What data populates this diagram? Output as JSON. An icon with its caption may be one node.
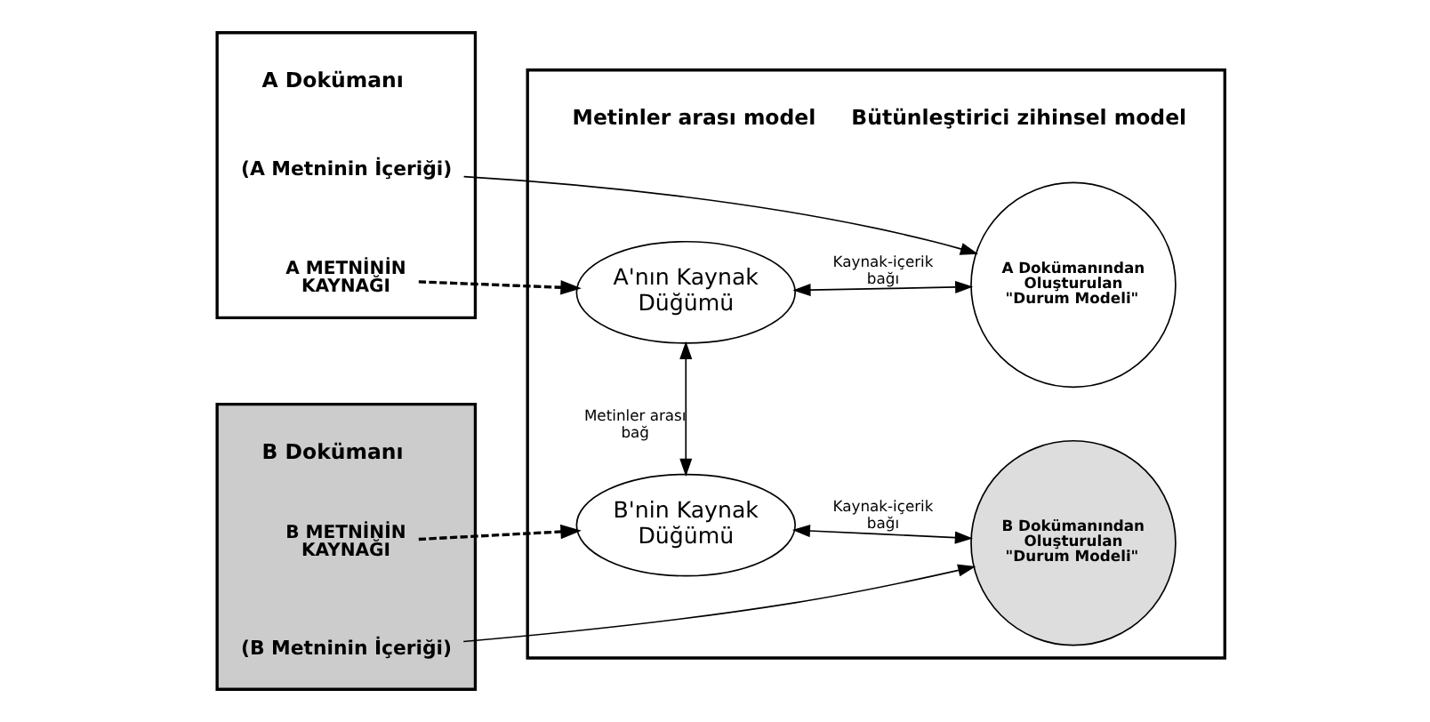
{
  "diagram": {
    "nodes": [
      {
        "text": [
          "A Dokümanı"
        ]
      },
      {
        "text": [
          "(A Metninin İçeriği)"
        ],
        "in": 0
      },
      {
        "text": [
          "A METNİNİN KAYNAĞI"
        ],
        "in": 0
      },
      {
        "text": [
          "B Dokümanı"
        ]
      },
      {
        "text": [
          "B METNİNİN KAYNAĞI"
        ],
        "in": 3
      },
      {
        "text": [
          "(B Metninin İçeriği)"
        ],
        "in": 3
      },
      {
        "text": [
          "Metinler arası model",
          "Bütünleştirici zihinsel model"
        ]
      },
      {
        "text": [
          "A'nın Kaynak Düğümü"
        ],
        "in": 6
      },
      {
        "text": [
          "B'nin Kaynak Düğümü"
        ],
        "in": 6
      },
      {
        "text": [
          "A Dokümanından Oluşturulan \"Durum Modeli\""
        ],
        "in": 6
      },
      {
        "text": [
          "B Dokümanından Oluşturulan \"Durum Modeli\""
        ],
        "in": 6
      }
    ],
    "edges": [
      {
        "from": 1,
        "to": 9,
        "arrow": "to"
      },
      {
        "from": 2,
        "to": 7,
        "arrow": "to",
        "style": "dashed"
      },
      {
        "from": 4,
        "to": 8,
        "arrow": "to",
        "style": "dashed"
      },
      {
        "from": 5,
        "to": 10,
        "arrow": "to"
      },
      {
        "from": 7,
        "to": 8,
        "label": "Metinler arası bağ",
        "arrow": "both"
      },
      {
        "from": 7,
        "to": 9,
        "label": "Kaynak-içerik bağı",
        "arrow": "both"
      },
      {
        "from": 8,
        "to": 10,
        "label": "Kaynak-içerik bağı",
        "arrow": "both"
      }
    ]
  }
}
